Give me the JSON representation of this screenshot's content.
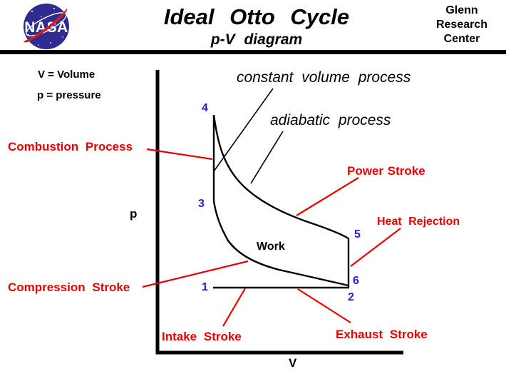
{
  "header": {
    "logo_text": "NASA",
    "title": "Ideal Otto Cycle",
    "subtitle": "p-V diagram",
    "org_lines": [
      "Glenn",
      "Research",
      "Center"
    ]
  },
  "legend": {
    "volume": "V = Volume",
    "pressure": "p = pressure"
  },
  "axis": {
    "y": "p",
    "x": "V"
  },
  "process_labels": {
    "constant_volume": "constant volume process",
    "adiabatic": "adiabatic process"
  },
  "stroke_labels": {
    "combustion": "Combustion Process",
    "power": "Power Stroke",
    "heat_rejection": "Heat Rejection",
    "compression": "Compression Stroke",
    "intake": "Intake Stroke",
    "exhaust": "Exhaust Stroke"
  },
  "work_label": "Work",
  "points": {
    "p1": "1",
    "p2": "2",
    "p3": "3",
    "p4": "4",
    "p5": "5",
    "p6": "6"
  },
  "colors": {
    "label_red": "#e80000",
    "point_blue": "#2222cc",
    "line_black": "#000000",
    "nasa_blue": "#2f2b8f",
    "nasa_red": "#d02020"
  },
  "diagram": {
    "type": "p-V cycle diagram (Ideal Otto Cycle)",
    "states": [
      "1",
      "2",
      "3",
      "4",
      "5",
      "6"
    ],
    "annotations": [
      {
        "label": "Intake Stroke",
        "target": "bottom line 1-2"
      },
      {
        "label": "Compression Stroke",
        "target": "adiabat curve 2-3"
      },
      {
        "label": "Combustion Process",
        "target": "constant volume line 3-4"
      },
      {
        "label": "constant volume process",
        "target": "vertical line 3-4"
      },
      {
        "label": "Power Stroke",
        "target": "adiabat curve 4-5"
      },
      {
        "label": "adiabatic process",
        "target": "curve 4-5"
      },
      {
        "label": "Heat Rejection",
        "target": "vertical line 5-6"
      },
      {
        "label": "Exhaust Stroke",
        "target": "bottom line 6-1"
      },
      {
        "label": "Work",
        "target": "area enclosed by cycle"
      }
    ]
  }
}
